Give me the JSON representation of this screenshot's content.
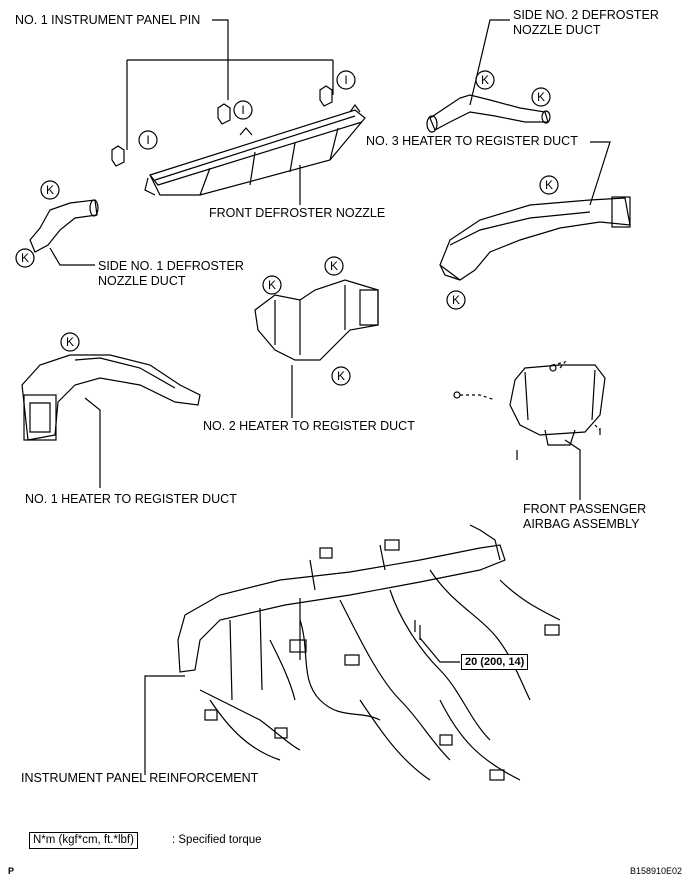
{
  "labels": {
    "no1_pin": "NO. 1 INSTRUMENT PANEL PIN",
    "side2_line1": "SIDE NO. 2 DEFROSTER",
    "side2_line2": "NOZZLE DUCT",
    "no3_duct": "NO. 3 HEATER TO REGISTER DUCT",
    "front_defroster": "FRONT DEFROSTER NOZZLE",
    "side1_line1": "SIDE NO. 1 DEFROSTER",
    "side1_line2": "NOZZLE DUCT",
    "no2_duct": "NO. 2 HEATER TO REGISTER DUCT",
    "no1_duct": "NO. 1 HEATER TO REGISTER DUCT",
    "airbag_line1": "FRONT PASSENGER",
    "airbag_line2": "AIRBAG ASSEMBLY",
    "reinforcement": "INSTRUMENT PANEL REINFORCEMENT"
  },
  "callouts": {
    "clip_i": "I",
    "clip_k": "K"
  },
  "torque": "20 (200, 14)",
  "legend": {
    "box": "N*m (kgf*cm, ft.*lbf)",
    "text": ": Specified torque"
  },
  "footer": {
    "left": "P",
    "right": "B158910E02"
  }
}
